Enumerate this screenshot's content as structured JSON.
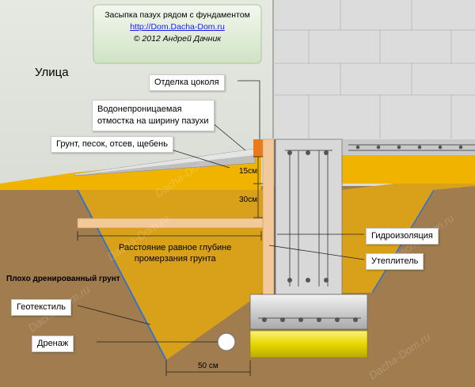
{
  "title": {
    "line1": "Засыпка пазух рядом с фундаментом",
    "link": "http://Dom.Dacha-Dom.ru",
    "copyright": "© 2012 Андрей Дачник"
  },
  "labels": {
    "street": "Улица",
    "plinth_finish": "Отделка цоколя",
    "blind_area_line1": "Водонепроницаемая",
    "blind_area_line2": "отмостка на ширину пазухи",
    "backfill": "Грунт, песок, отсев, щебень",
    "waterproofing": "Гидроизоляция",
    "insulation": "Утеплитель",
    "distance_line1": "Расстояние равное глубине",
    "distance_line2": "промерзания грунта",
    "poor_soil": "Плохо дренированный грунт",
    "geotextile": "Геотекстиль",
    "drainage": "Дренаж"
  },
  "dimensions": {
    "d15": "15см",
    "d30": "30см",
    "d50": "50 см"
  },
  "watermark": "Dacha-Dom.ru",
  "colors": {
    "soil": "#a07c4e",
    "sand": "#f0b400",
    "yellow_pad": "#e6d700",
    "wall": "#d8dcd8",
    "insulation": "#f4c99a",
    "blind_area": "#e87b1a",
    "concrete": "#d4d4d4",
    "geotextile": "#2f6fd6"
  }
}
